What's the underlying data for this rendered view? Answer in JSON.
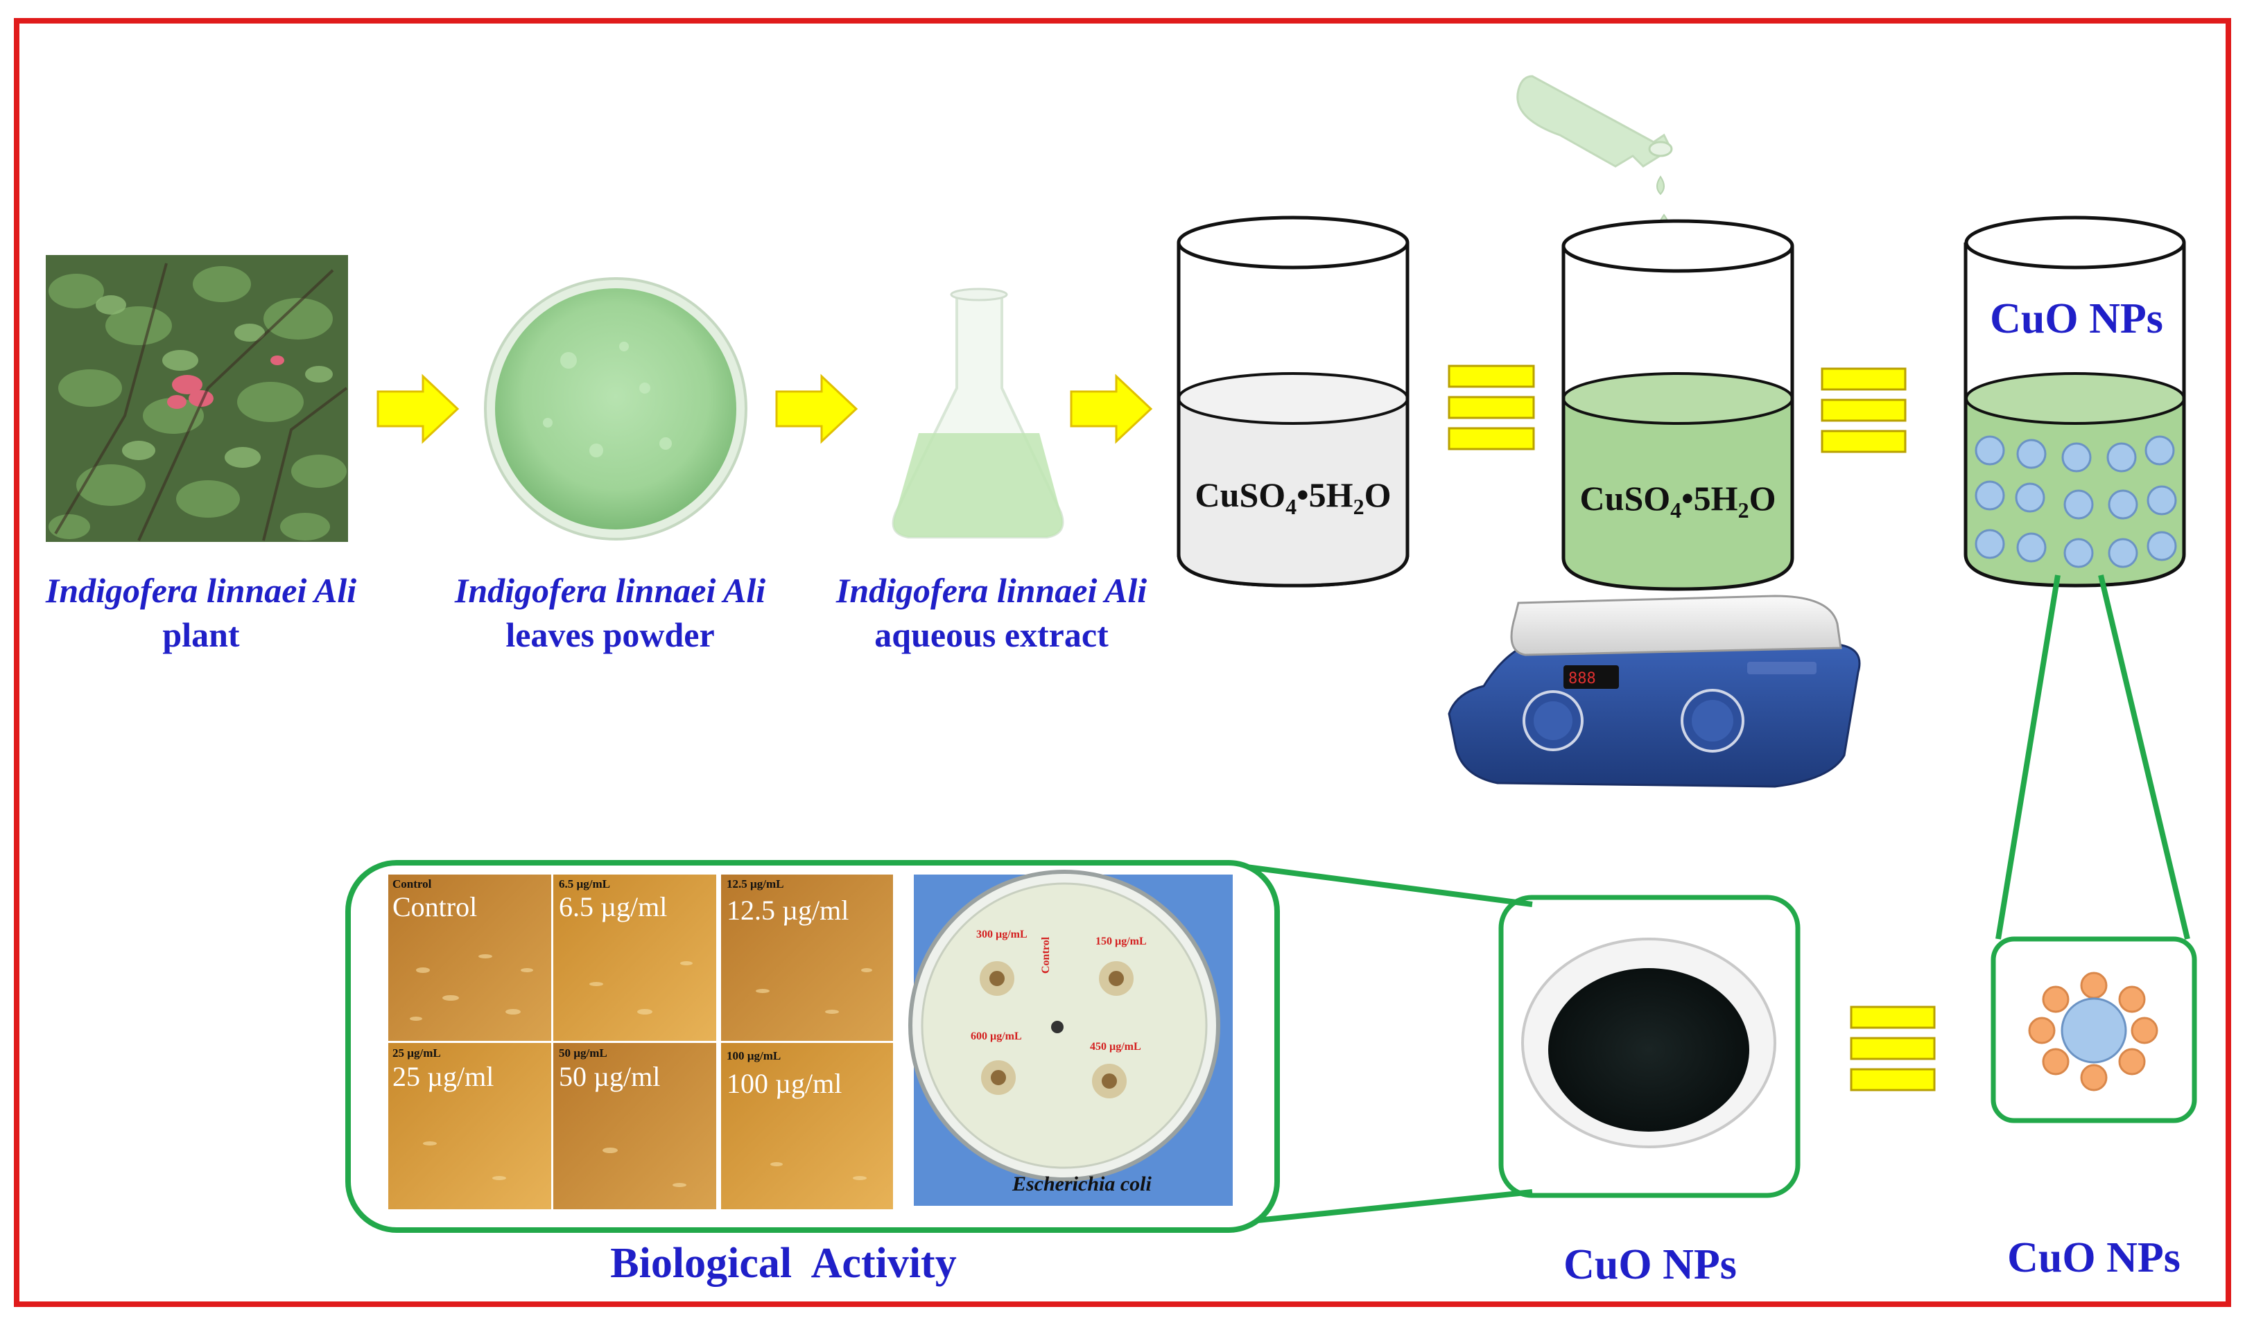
{
  "colors": {
    "frame": "#e01b1b",
    "label_blue": "#1f1fc8",
    "arrow_yellow": "#ffff00",
    "arrow_stroke": "#e0c000",
    "inset_green": "#22a84a",
    "solution_green": "#a8d496",
    "nanoparticle_blue": "#a6c8ec",
    "shell_orange": "#f6a76a"
  },
  "steps": {
    "plant": {
      "line1": "Indigofera linnaei Ali",
      "line2": "plant"
    },
    "powder": {
      "line1": "Indigofera linnaei Ali",
      "line2": "leaves powder"
    },
    "extract": {
      "line1": "Indigofera linnaei Ali",
      "line2": "aqueous extract"
    }
  },
  "beakers": {
    "precursor": {
      "formula_main": "CuSO",
      "sub1": "4",
      "dot": "•5H",
      "sub2": "2",
      "tail": "O"
    },
    "reaction": {
      "formula_main": "CuSO",
      "sub1": "4",
      "dot": "•5H",
      "sub2": "2",
      "tail": "O"
    },
    "product_label": "CuO NPs"
  },
  "micrographs": [
    {
      "small": "Control",
      "label": "Control"
    },
    {
      "small": "6.5 µg/mL",
      "label": "6.5 µg/ml"
    },
    {
      "small": "12.5 µg/mL",
      "label": "12.5 µg/ml"
    },
    {
      "small": "25 µg/mL",
      "label": "25 µg/ml"
    },
    {
      "small": "50 µg/mL",
      "label": "50 µg/ml"
    },
    {
      "small": "100 µg/mL",
      "label": "100 µg/ml"
    }
  ],
  "dish": {
    "labels": [
      "300 µg/mL",
      "150 µg/mL",
      "Control",
      "600 µg/mL",
      "450 µg/mL"
    ],
    "organism": "Escherichia coli"
  },
  "captions": {
    "bio": "Biological  Activity",
    "powder_product": "CuO NPs",
    "particle": "CuO NPs"
  },
  "icons": [
    "arrow-right-icon",
    "equals-icon",
    "beaker-icon",
    "flask-icon",
    "hotplate-stirrer-icon",
    "petri-dish-icon"
  ]
}
